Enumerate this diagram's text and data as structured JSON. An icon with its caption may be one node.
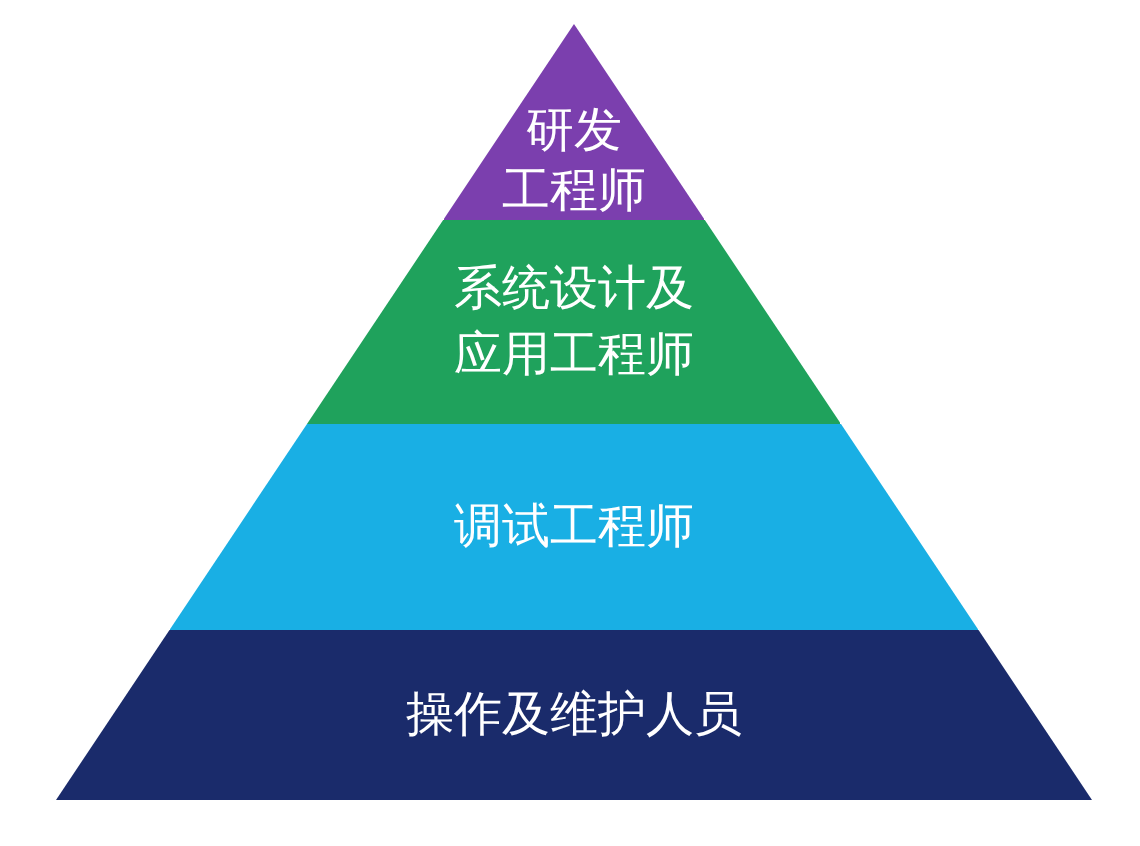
{
  "diagram": {
    "nodes": [
      {
        "text": [
          "研发工程师"
        ]
      },
      {
        "text": [
          "系统设计及应用工程师"
        ]
      },
      {
        "text": [
          "调试工程师"
        ]
      },
      {
        "text": [
          "操作及维护人员"
        ]
      }
    ]
  }
}
